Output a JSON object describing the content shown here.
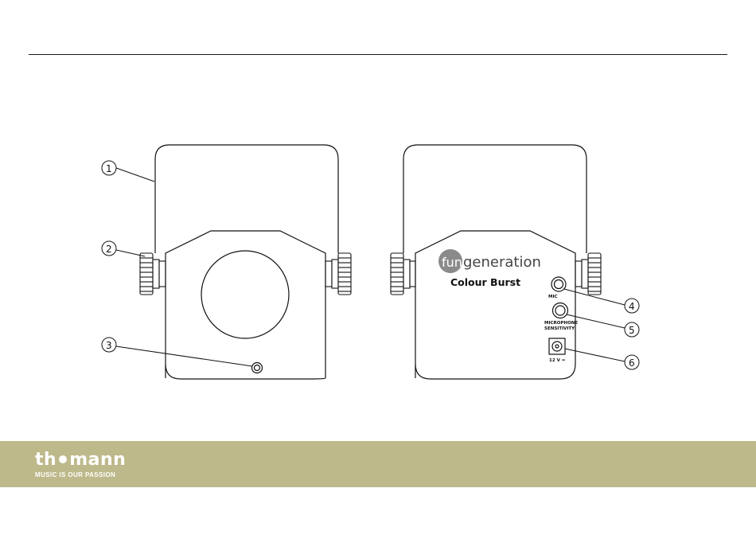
{
  "logo": {
    "brand_left": "th",
    "brand_right": "mann",
    "slogan": "MUSIC IS OUR PASSION"
  },
  "device": {
    "brand_prefix": "fun",
    "brand_suffix": "generation",
    "product": "Colour Burst",
    "label_mic": "MIC",
    "label_sens_1": "MICROPHONE",
    "label_sens_2": "SENSITIVITY",
    "label_power": "12 V ="
  },
  "callouts": [
    "1",
    "2",
    "3",
    "4",
    "5",
    "6"
  ],
  "colors": {
    "footer": "#bdb98a",
    "line": "#1a1a1a",
    "brand_badge": "#8a8a8a"
  }
}
